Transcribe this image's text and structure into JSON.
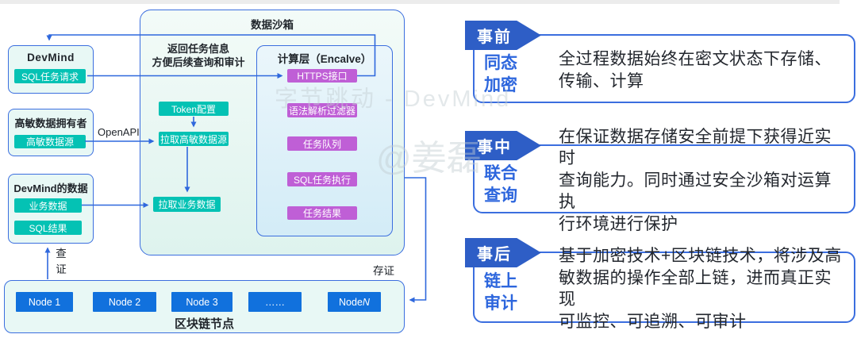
{
  "colors": {
    "line_blue": "#2f68dd",
    "teal_chip": "#04c2b4",
    "purple_chip": "#bf5fd6",
    "node_blue": "#1171dd",
    "tag_blue": "#2e5ec6",
    "keyword_blue": "#2d66dd"
  },
  "diagram": {
    "sandbox": {
      "title": "数据沙箱",
      "return_note_lines": [
        "返回任务信息",
        "方便后续查询和审计"
      ],
      "flow_chips": [
        "Token配置",
        "拉取高敏数据源",
        "拉取业务数据"
      ],
      "compute": {
        "title": "计算层（Encalve）",
        "chips": [
          "HTTPS接口",
          "语法解析过滤器",
          "任务队列",
          "SQL任务执行",
          "任务结果"
        ]
      }
    },
    "actors": [
      {
        "title": "DevMind",
        "chips": [
          "SQL任务请求"
        ]
      },
      {
        "title": "高敏数据拥有者",
        "chips": [
          "高敏数据源"
        ]
      },
      {
        "title": "DevMind的数据",
        "chips": [
          "业务数据",
          "SQL结果"
        ]
      }
    ],
    "edge_labels": {
      "openapi": "OpenAPI",
      "verify_chars": [
        "查",
        "证"
      ],
      "attest": "存证"
    },
    "blockchain": {
      "label": "区块链节点",
      "nodes": [
        "Node 1",
        "Node 2",
        "Node 3",
        "……",
        "Node N"
      ]
    }
  },
  "panels": [
    {
      "tag": "事前",
      "keyword_lines": [
        "同态",
        "加密"
      ],
      "desc_lines": [
        "全过程数据始终在密文状态下存储、",
        "传输、计算"
      ]
    },
    {
      "tag": "事中",
      "keyword_lines": [
        "联合",
        "查询"
      ],
      "desc_lines": [
        "在保证数据存储安全前提下获得近实时",
        "查询能力。同时通过安全沙箱对运算执",
        "行环境进行保护"
      ]
    },
    {
      "tag": "事后",
      "keyword_lines": [
        "链上",
        "审计"
      ],
      "desc_lines": [
        "基于加密技术+区块链技术，将涉及高",
        "敏数据的操作全部上链，进而真正实现",
        "可监控、可追溯、可审计"
      ]
    }
  ],
  "watermarks": {
    "wm1": "字节跳动 - DevMind",
    "wm2": "@姜磊"
  }
}
